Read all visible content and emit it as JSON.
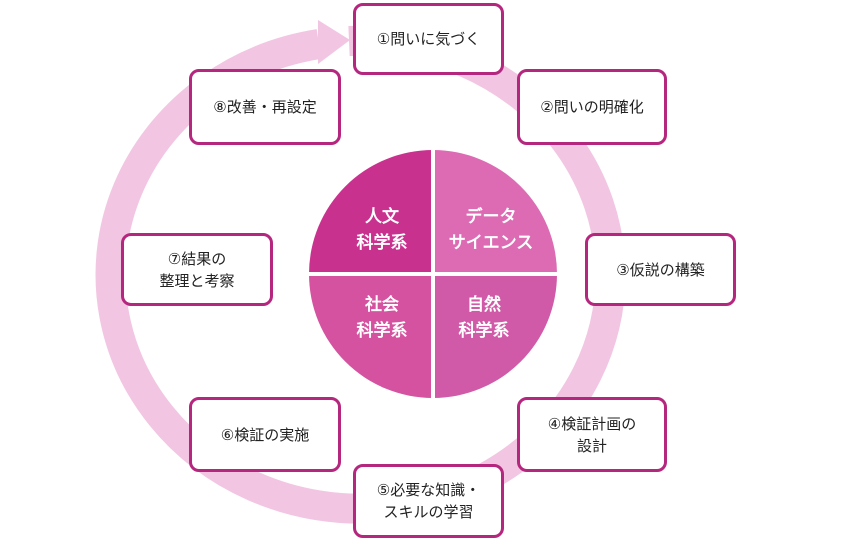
{
  "colors": {
    "ring": "#f2c6e2",
    "box_border": "#b5267f",
    "quad_humanities": "#c9318f",
    "quad_data_science": "#dc6bb4",
    "quad_social": "#d4529f",
    "quad_natural": "#d05aa7",
    "divider": "#ffffff"
  },
  "disciplines": {
    "humanities": "人文\n科学系",
    "data_science": "データ\nサイエンス",
    "social": "社会\n科学系",
    "natural": "自然\n科学系"
  },
  "steps": [
    {
      "label": "①問いに気づく"
    },
    {
      "label": "②問いの明確化"
    },
    {
      "label": "③仮説の構築"
    },
    {
      "label": "④検証計画の\n設計"
    },
    {
      "label": "⑤必要な知識・\nスキルの学習"
    },
    {
      "label": "⑥検証の実施"
    },
    {
      "label": "⑦結果の\n整理と考察"
    },
    {
      "label": "⑧改善・再設定"
    }
  ]
}
